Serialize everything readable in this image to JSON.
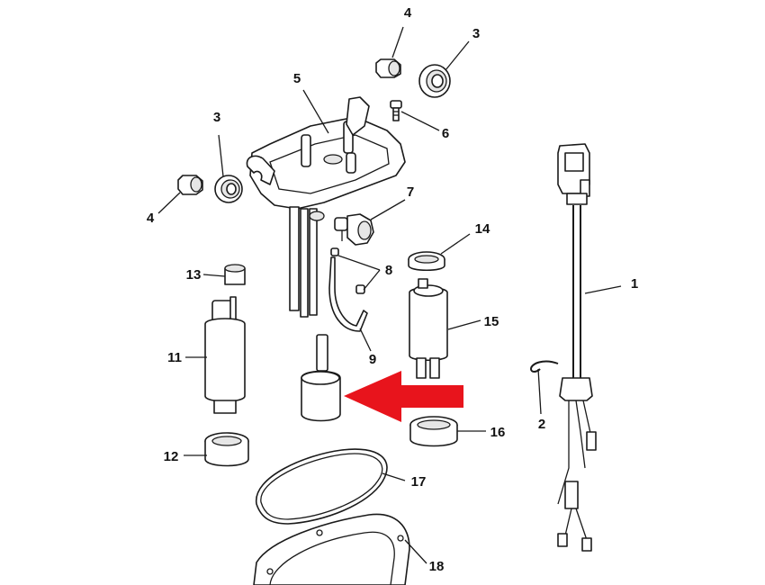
{
  "diagram": {
    "callouts": [
      {
        "id": "c4a",
        "label": "4"
      },
      {
        "id": "c3a",
        "label": "3"
      },
      {
        "id": "c5",
        "label": "5"
      },
      {
        "id": "c6",
        "label": "6"
      },
      {
        "id": "c3b",
        "label": "3"
      },
      {
        "id": "c7",
        "label": "7"
      },
      {
        "id": "c4b",
        "label": "4"
      },
      {
        "id": "c14",
        "label": "14"
      },
      {
        "id": "c1",
        "label": "1"
      },
      {
        "id": "c13",
        "label": "13"
      },
      {
        "id": "c8",
        "label": "8"
      },
      {
        "id": "c15",
        "label": "15"
      },
      {
        "id": "c11",
        "label": "11"
      },
      {
        "id": "c9",
        "label": "9"
      },
      {
        "id": "c2",
        "label": "2"
      },
      {
        "id": "c16",
        "label": "16"
      },
      {
        "id": "c12",
        "label": "12"
      },
      {
        "id": "c17",
        "label": "17"
      },
      {
        "id": "c18",
        "label": "18"
      }
    ],
    "arrow_color": "#e8141c",
    "line_color": "#1a1a1a"
  }
}
